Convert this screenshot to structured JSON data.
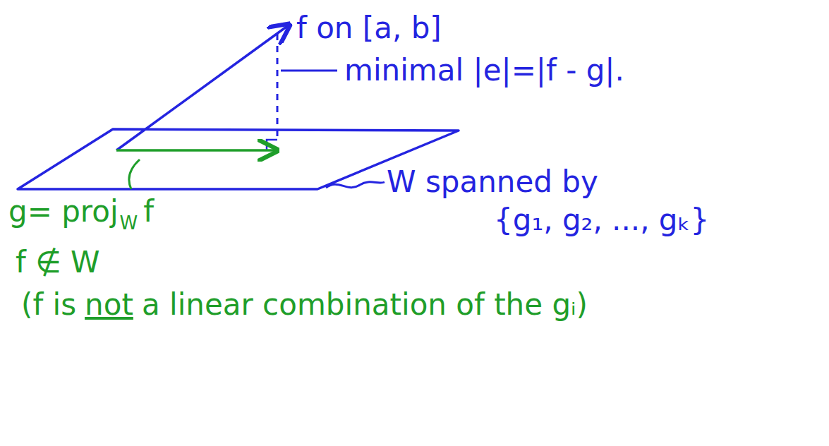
{
  "diagram": {
    "labels": [
      "f on [a, b]",
      "minimal |e|=|f - g|.",
      "W spanned by",
      "{g₁, g₂, ..., gₖ}",
      "g= proj",
      "W",
      "f",
      "f ∉ W",
      "(f is",
      "not",
      "a linear combination of the gᵢ)"
    ]
  }
}
